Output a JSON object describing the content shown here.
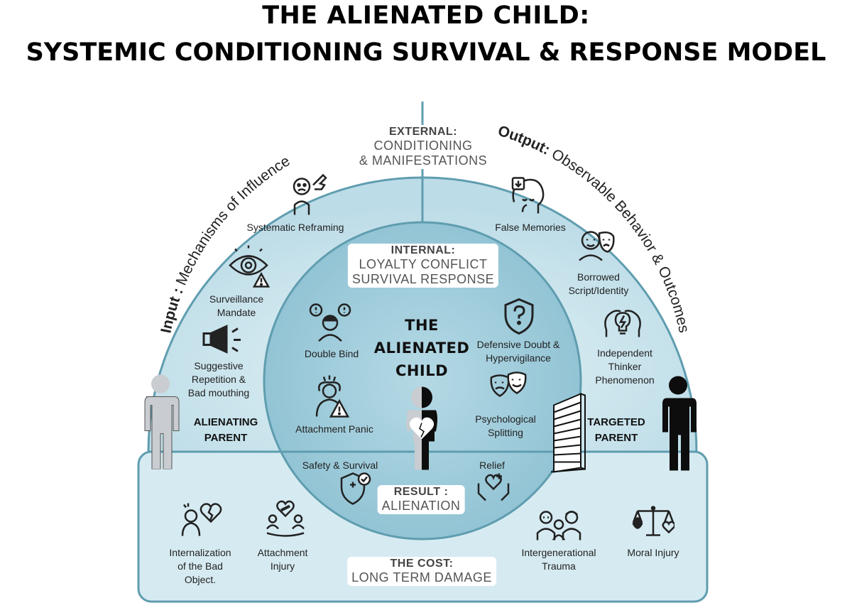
{
  "title": {
    "line1": "THE ALIENATED CHILD:",
    "line2": "SYSTEMIC CONDITIONING SURVIVAL & RESPONSE MODEL"
  },
  "arcs": {
    "input_bold": "Input :",
    "input_rest": "Mechanisms of Influence",
    "output_bold": "Output:",
    "output_rest": "Observable Behavior & Outcomes"
  },
  "external": {
    "heading": "EXTERNAL:",
    "line1": "CONDITIONING",
    "line2": "& MANIFESTATIONS"
  },
  "internal": {
    "heading": "INTERNAL:",
    "line1": "LOYALTY CONFLICT",
    "line2": "SURVIVAL RESPONSE"
  },
  "center": {
    "line1": "THE",
    "line2": "ALIENATED",
    "line3": "CHILD"
  },
  "result": {
    "heading": "RESULT :",
    "line1": "ALIENATION"
  },
  "cost": {
    "heading": "THE COST:",
    "line1": "LONG TERM DAMAGE"
  },
  "parents": {
    "alienating": {
      "line1": "ALIENATING",
      "line2": "PARENT"
    },
    "targeted": {
      "line1": "TARGETED",
      "line2": "PARENT"
    }
  },
  "input_items": [
    {
      "l1": "Systematic Reframing",
      "l2": "",
      "l3": "",
      "icon": "pointing-finger-icon"
    },
    {
      "l1": "Surveillance",
      "l2": "Mandate",
      "l3": "",
      "icon": "eye-warning-icon"
    },
    {
      "l1": "Suggestive",
      "l2": "Repetition &",
      "l3": "Bad mouthing",
      "icon": "megaphone-icon"
    }
  ],
  "output_items": [
    {
      "l1": "False Memories",
      "l2": "",
      "l3": "",
      "icon": "memory-head-icon"
    },
    {
      "l1": "Borrowed",
      "l2": "Script/Identity",
      "l3": "",
      "icon": "masks-person-icon"
    },
    {
      "l1": "Independent",
      "l2": "Thinker",
      "l3": "Phenomenon",
      "icon": "bulb-heads-icon"
    }
  ],
  "internal_items": [
    {
      "l1": "Double Bind",
      "l2": "",
      "icon": "double-bind-icon"
    },
    {
      "l1": "Defensive Doubt &",
      "l2": "Hypervigilance",
      "icon": "shield-question-icon"
    },
    {
      "l1": "Attachment Panic",
      "l2": "",
      "icon": "panic-person-icon"
    },
    {
      "l1": "Psychological",
      "l2": "Splitting",
      "icon": "theater-masks-icon"
    }
  ],
  "result_items": [
    {
      "l1": "Safety & Survival",
      "icon": "shield-check-icon"
    },
    {
      "l1": "Relief",
      "icon": "heart-hands-icon"
    }
  ],
  "cost_items": [
    {
      "l1": "Internalization",
      "l2": "of the Bad",
      "l3": "Object.",
      "icon": "broken-heart-person-icon"
    },
    {
      "l1": "Attachment",
      "l2": "Injury",
      "l3": "",
      "icon": "family-bandage-icon"
    },
    {
      "l1": "Intergenerational",
      "l2": "Trauma",
      "l3": "",
      "icon": "generations-icon"
    },
    {
      "l1": "Moral Injury",
      "l2": "",
      "l3": "",
      "icon": "scale-brain-heart-icon"
    }
  ],
  "colors": {
    "outer_ring": "#cfe6ee",
    "inner_circle": "#a9d1de",
    "border": "#5f9daf",
    "bottom_box": "#d6ebf1",
    "parent_gray": "#c9ccd0",
    "parent_black": "#0d0d0d"
  }
}
